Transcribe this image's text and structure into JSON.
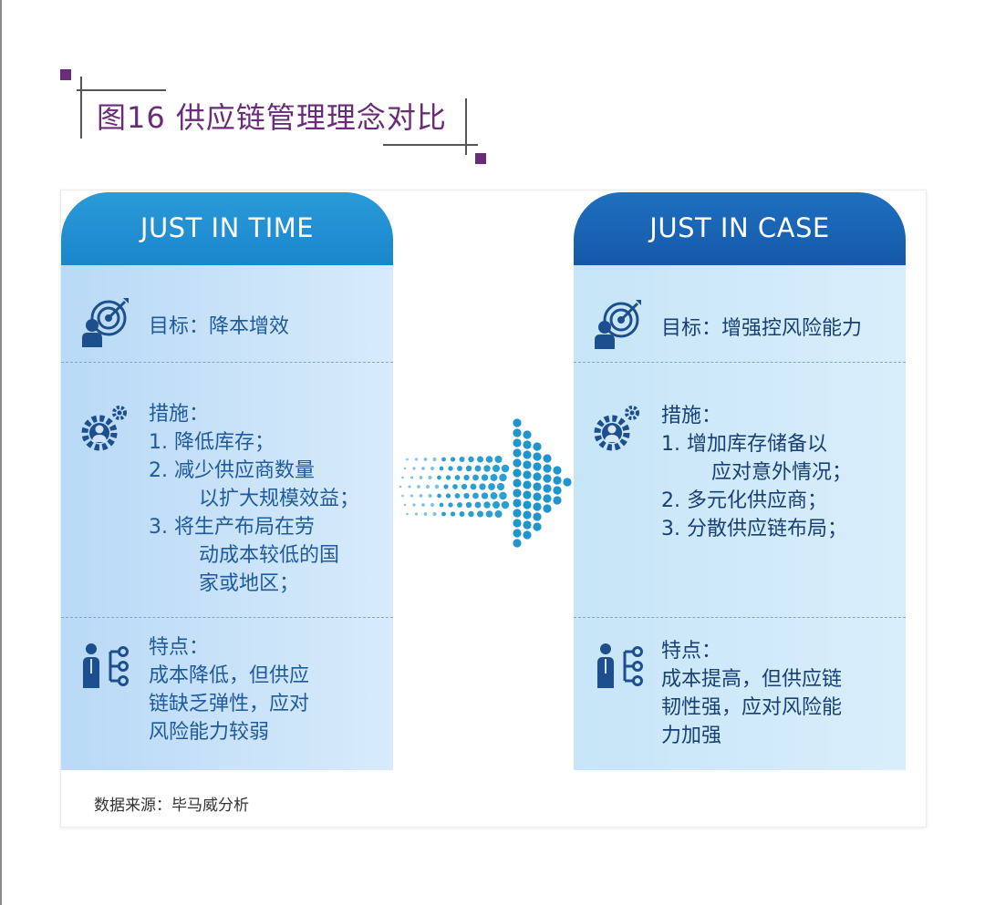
{
  "title": "图16 供应链管理理念对比",
  "source": "数据来源：毕马威分析",
  "colors": {
    "accent": "#6a2b78",
    "jit_header": "#1a86cc",
    "jic_header": "#1559a9",
    "icon_blue": "#1d4f8e"
  },
  "left": {
    "header": "JUST IN TIME",
    "goal": "目标：降本增效",
    "measures_label": "措施：",
    "measures_lines": [
      "1. 降低库存；",
      "2. 减少供应商数量",
      "   以扩大规模效益；",
      "3. 将生产布局在劳",
      "   动成本较低的国",
      "   家或地区；"
    ],
    "features_label": "特点：",
    "features_lines": [
      "成本降低，但供应",
      "链缺乏弹性，应对",
      "风险能力较弱"
    ]
  },
  "right": {
    "header": "JUST IN CASE",
    "goal": "目标：增强控风险能力",
    "measures_label": "措施：",
    "measures_lines": [
      "1. 增加库存储备以",
      "   应对意外情况；",
      "2. 多元化供应商；",
      "3. 分散供应链布局；"
    ],
    "features_label": "特点：",
    "features_lines": [
      "成本提高，但供应链",
      "韧性强，应对风险能",
      "力加强"
    ]
  },
  "icons": {
    "goal": "target-person-icon",
    "measures": "gear-person-icon",
    "features": "hierarchy-person-icon",
    "arrow": "dotted-arrow-right-icon"
  }
}
